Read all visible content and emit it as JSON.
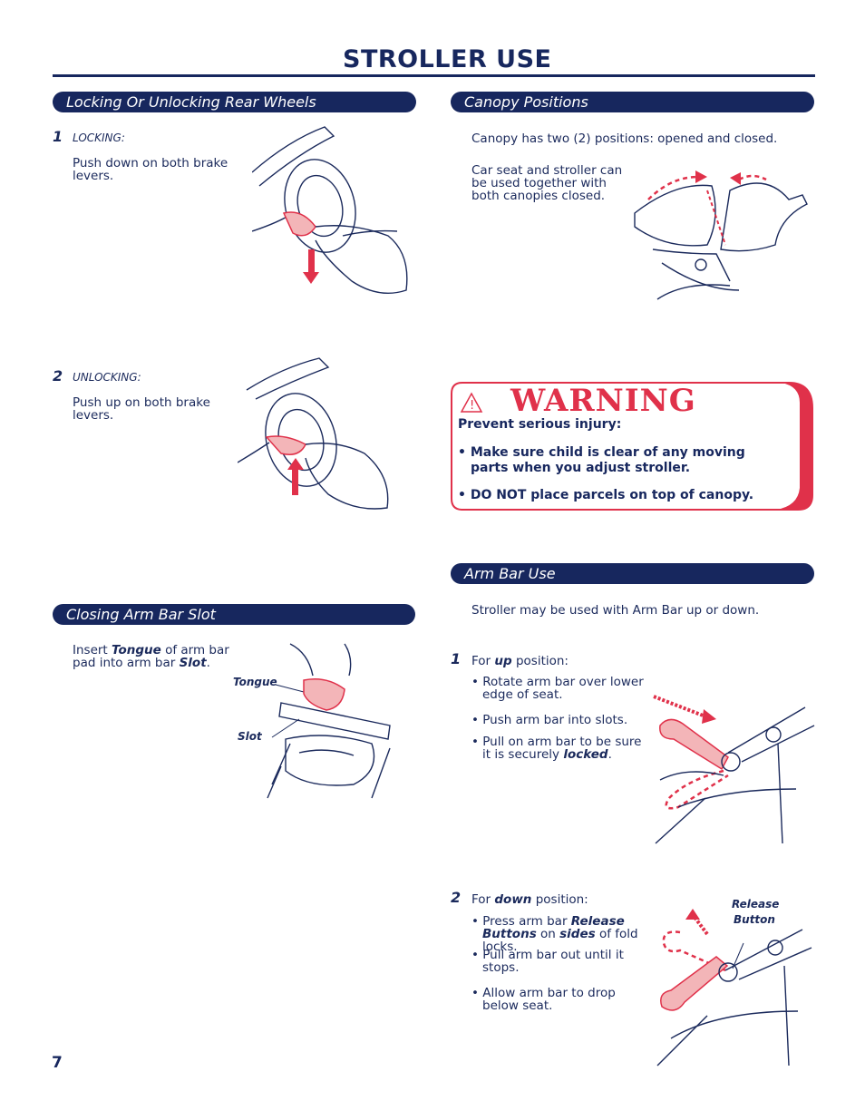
{
  "page": {
    "title": "STROLLER USE",
    "page_number": "7"
  },
  "rear_wheels": {
    "heading": "Locking Or Unlocking Rear Wheels",
    "step1_num": "1",
    "step1_label": "LOCKING",
    "step1_text": "Push down on both brake levers.",
    "step2_num": "2",
    "step2_label": "UNLOCKING",
    "step2_text": "Push up on both brake levers."
  },
  "canopy": {
    "heading": "Canopy Positions",
    "line1": "Canopy has two (2) positions:  opened and closed.",
    "line2": "Car seat and stroller can be used together with both canopies closed."
  },
  "warning": {
    "title": "WARNING",
    "lead": "Prevent serious injury:",
    "bullet1": "• Make sure child is clear of any moving parts when you adjust stroller.",
    "bullet2": "• DO NOT place parcels on top of canopy."
  },
  "closing_slot": {
    "heading": "Closing Arm Bar Slot",
    "text_pre": "Insert ",
    "text_tongue": "Tongue",
    "text_mid": " of arm bar pad into arm bar ",
    "text_slot": "Slot",
    "text_end": ".",
    "callout_tongue": "Tongue",
    "callout_slot": "Slot"
  },
  "arm_bar": {
    "heading": "Arm Bar Use",
    "intro": "Stroller may be used with Arm Bar up or down.",
    "step1_num": "1",
    "step1_pre": "For ",
    "step1_key": "up",
    "step1_post": " position:",
    "up_b1": "• Rotate arm bar over lower edge of seat.",
    "up_b2": "• Push arm bar into slots.",
    "up_b3_pre": "• Pull on arm bar to be sure it is securely ",
    "up_b3_key": "locked",
    "up_b3_end": ".",
    "step2_num": "2",
    "step2_pre": "For ",
    "step2_key": "down",
    "step2_post": " position:",
    "down_b1_pre": "• Press arm bar ",
    "down_b1_key": "Release Buttons",
    "down_b1_mid": " on ",
    "down_b1_key2": "sides",
    "down_b1_end": " of fold locks.",
    "down_b2": "• Pull arm bar out until it stops.",
    "down_b3": "• Allow arm bar to drop below seat.",
    "callout_release_1": "Release",
    "callout_release_2": "Button"
  },
  "colors": {
    "navy": "#17275e",
    "warning_red": "#e0314a",
    "highlight_pink": "#f3b5b8"
  }
}
